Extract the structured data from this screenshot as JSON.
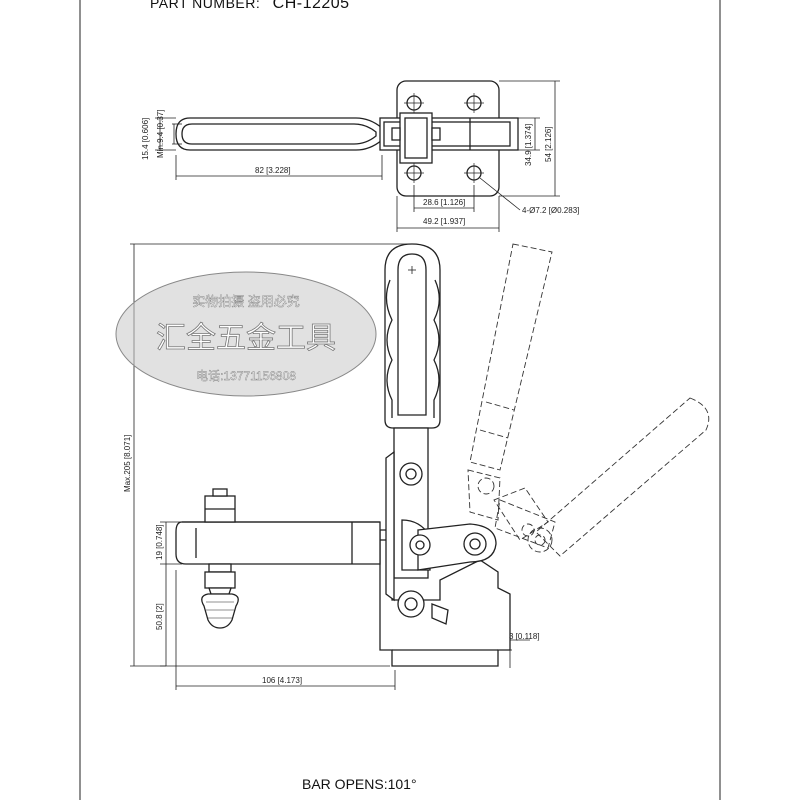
{
  "header": {
    "label": "PART NUMBER:",
    "value": "CH-12205"
  },
  "footer": {
    "bar_opens": "BAR OPENS:101°"
  },
  "dimensions": {
    "handle_width": "15.4 [0.606]",
    "min_width": "Min.9.4 [0.37]",
    "handle_length": "82 [3.228]",
    "base_height_inner": "34.9 [1.374]",
    "base_height_outer": "54 [2.126]",
    "hole_spacing": "28.6 [1.126]",
    "base_width": "49.2 [1.937]",
    "hole_diameter": "4-Ø7.2 [Ø0.283]",
    "max_height": "Max.205 [8.071]",
    "arm_thickness": "19 [0.748]",
    "spindle_height": "50.8 [2]",
    "base_offset": "3 [0.118]",
    "arm_reach": "106 [4.173]"
  },
  "watermark": {
    "line1": "实物拍摄 盗用必究",
    "line2": "汇全五金工具",
    "line3": "电话:13771156808"
  }
}
